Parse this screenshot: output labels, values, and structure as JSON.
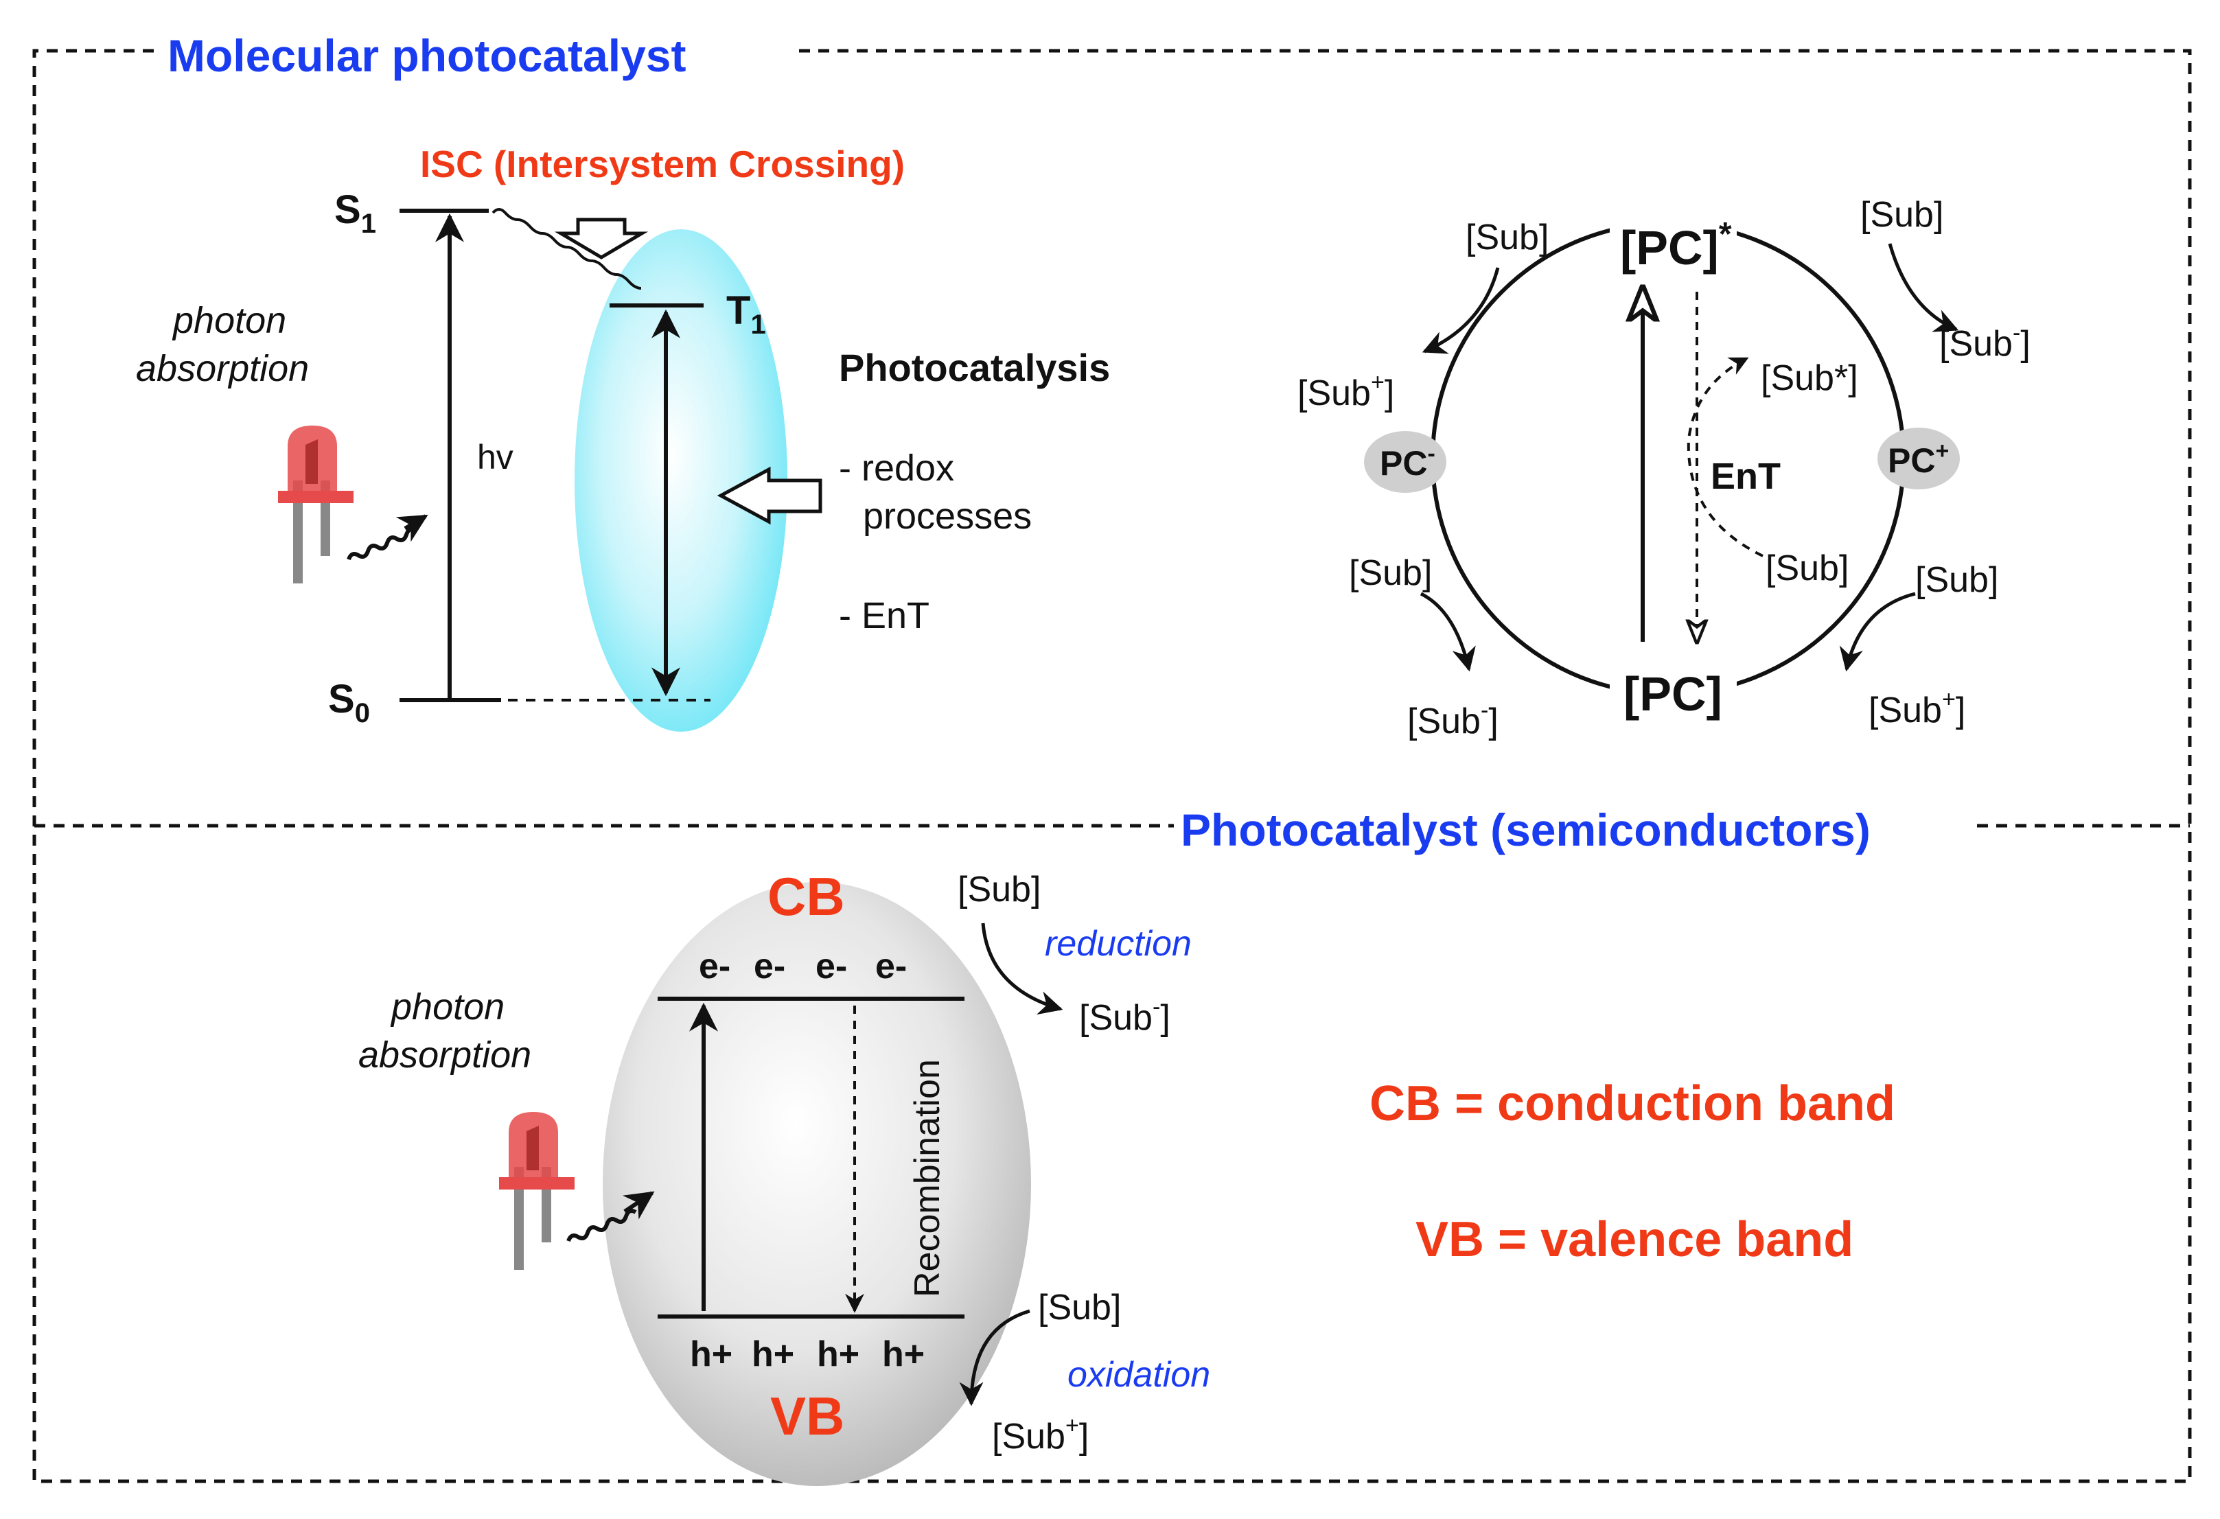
{
  "colors": {
    "title_blue": "#1a3cf0",
    "accent_red": "#f03a17",
    "ellipse_cyan": "#7fe9f7",
    "ellipse_grey": "#d6d6d6",
    "led_red": "#e64a4a"
  },
  "top": {
    "title": "Molecular photocatalyst",
    "isc": "ISC (Intersystem Crossing)",
    "s": "S",
    "s1_sub": "1",
    "s0_sub": "0",
    "t": "T",
    "t1_sub": "1",
    "hv": "hv",
    "photon1": "photon",
    "photon2": "absorption",
    "photocatalysis": "Photocatalysis",
    "redox1": "- redox",
    "redox2": "processes",
    "ent_item": "- EnT"
  },
  "cycle": {
    "pc_star": "[PC]",
    "star": "*",
    "pc": "[PC]",
    "pc_minus": "PC",
    "minus": "-",
    "pc_plus": "PC",
    "plus": "+",
    "sub": "[Sub]",
    "sub_minus_open": "[Sub",
    "sub_minus_sup": "-",
    "close": "]",
    "sub_plus_open": "[Sub",
    "sub_plus_sup": "+",
    "sub_star": "[Sub*]",
    "ent": "EnT"
  },
  "bottom": {
    "title": "Photocatalyst (semiconductors)",
    "cb": "CB",
    "vb": "VB",
    "electron": "e-",
    "hole": "h+",
    "recombination": "Recombination",
    "photon1": "photon",
    "photon2": "absorption",
    "sub": "[Sub]",
    "reduction": "reduction",
    "oxidation": "oxidation",
    "sub_minus_open": "[Sub",
    "sub_minus_sup": "-",
    "close": "]",
    "sub_plus_open": "[Sub",
    "sub_plus_sup": "+",
    "cb_def": "CB = conduction band",
    "vb_def": "VB = valence band"
  }
}
